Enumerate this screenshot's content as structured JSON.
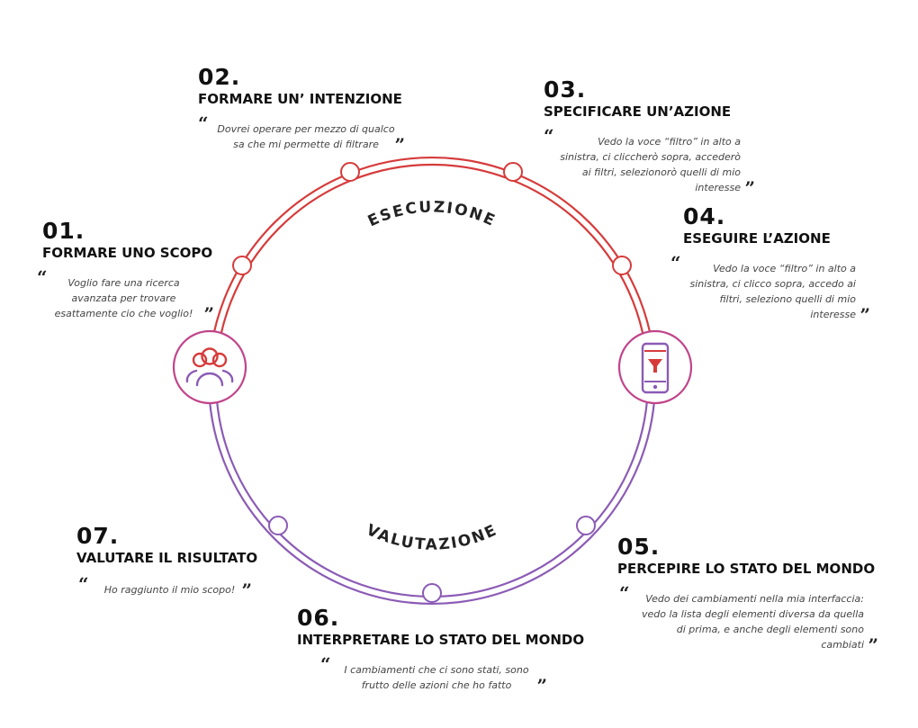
{
  "diagram": {
    "upper_label": "ESECUZIONE",
    "lower_label": "VALUTAZIONE",
    "colors": {
      "execution": "#d63b3b",
      "evaluation": "#8b5bb5",
      "text": "#111111"
    },
    "icons": {
      "left": "users-icon",
      "right": "smartphone-filter-icon"
    }
  },
  "steps": [
    {
      "id": "01",
      "number": "01.",
      "title": "FORMARE UNO SCOPO",
      "quote": "Voglio fare una ricerca avanzata per trovare esattamente cio che voglio!"
    },
    {
      "id": "02",
      "number": "02.",
      "title": "FORMARE UN’ INTENZIONE",
      "quote": "Dovrei operare per mezzo di qualco sa che mi permette di filtrare"
    },
    {
      "id": "03",
      "number": "03.",
      "title": "SPECIFICARE UN’AZIONE",
      "quote": "Vedo la voce “filtro” in alto a sinistra, ci cliccherò sopra, accederò ai filtri, selezionorò quelli di mio interesse"
    },
    {
      "id": "04",
      "number": "04.",
      "title": "ESEGUIRE L’AZIONE",
      "quote": "Vedo la voce “filtro” in alto a sinistra, ci clicco sopra, accedo ai filtri, seleziono quelli di mio interesse"
    },
    {
      "id": "05",
      "number": "05.",
      "title": "PERCEPIRE LO STATO DEL MONDO",
      "quote": "Vedo dei cambiamenti nella mia interfaccia: vedo la lista degli elementi diversa da quella di prima, e anche degli elementi sono cambiati"
    },
    {
      "id": "06",
      "number": "06.",
      "title": "INTERPRETARE LO STATO DEL MONDO",
      "quote": "I cambiamenti che ci sono stati, sono frutto delle azioni che ho fatto"
    },
    {
      "id": "07",
      "number": "07.",
      "title": "VALUTARE IL RISULTATO",
      "quote": "Ho raggiunto il mio scopo!"
    }
  ]
}
